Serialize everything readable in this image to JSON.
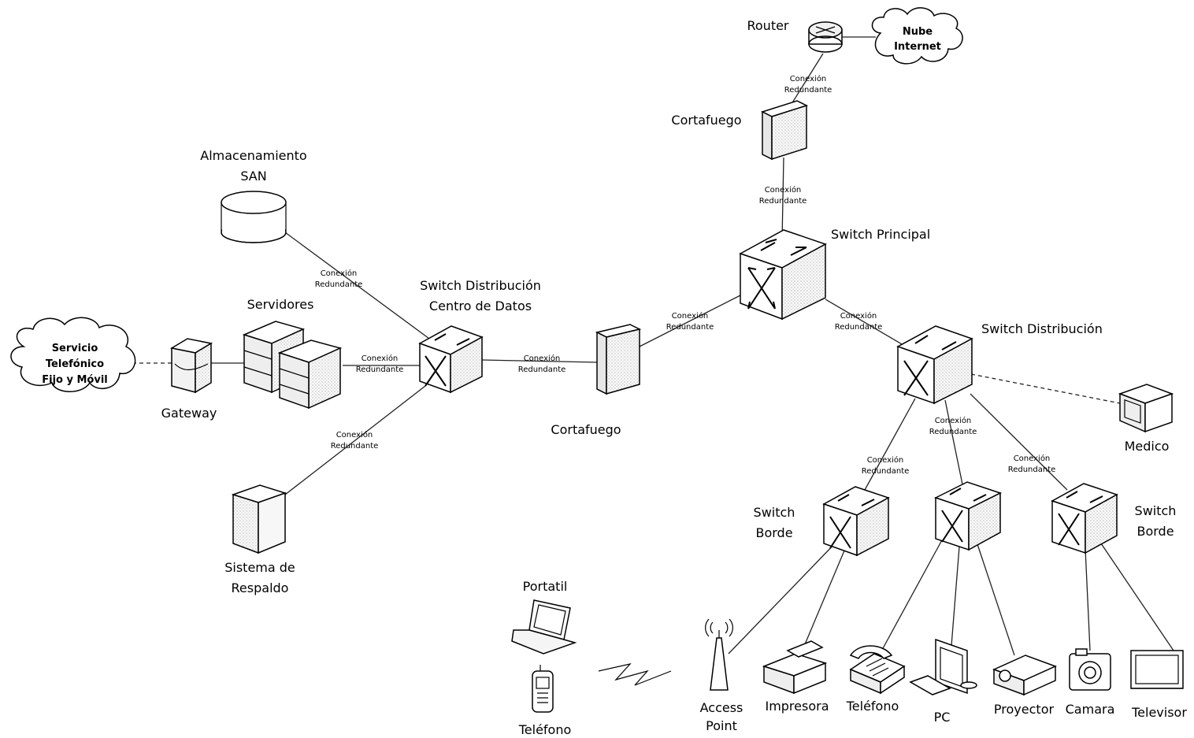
{
  "nodes": {
    "router": "Router",
    "nube": [
      "Nube",
      "Internet"
    ],
    "cortafuego_top": "Cortafuego",
    "switch_principal": "Switch Principal",
    "almacenamiento": [
      "Almacenamiento",
      "SAN"
    ],
    "servidores": "Servidores",
    "switch_dc": [
      "Switch Distribución",
      "Centro de Datos"
    ],
    "servicio": [
      "Servicio",
      "Telefónico",
      "Fijo y Móvil"
    ],
    "gateway": "Gateway",
    "cortafuego_mid": "Cortafuego",
    "switch_distribucion": "Switch Distribución",
    "medico": "Medico",
    "switch_borde_left": [
      "Switch",
      "Borde"
    ],
    "switch_borde_right": [
      "Switch",
      "Borde"
    ],
    "sistema_respaldo": [
      "Sistema de",
      "Respaldo"
    ],
    "portatil": "Portatil",
    "telefono_movil": "Teléfono",
    "access_point": [
      "Access",
      "Point"
    ],
    "impresora": "Impresora",
    "telefono": "Teléfono",
    "pc": "PC",
    "proyector": "Proyector",
    "camara": "Camara",
    "televisor": "Televisor"
  },
  "connection_label": [
    "Conexión",
    "Redundante"
  ]
}
